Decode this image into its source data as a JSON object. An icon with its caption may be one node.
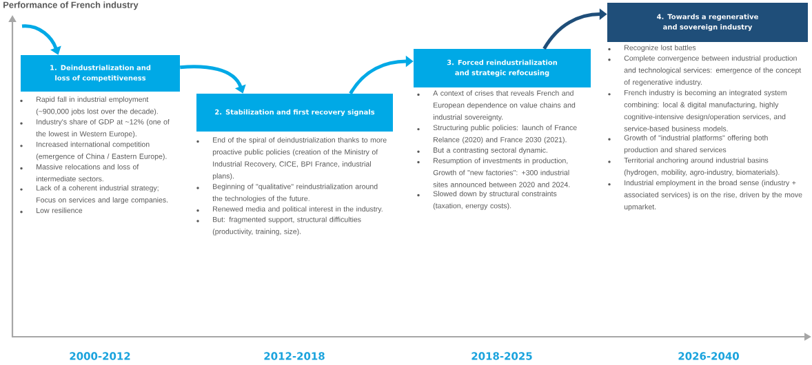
{
  "diagram": {
    "title": "Performance of French industry",
    "nodes": [
      {
        "text": [
          "1. Deindustrialization and loss of competitiveness"
        ],
        "beside": [
          "Rapid fall in industrial employment (~900,000 jobs lost over the decade).",
          "Industry's share of GDP at ~12% (one of the lowest in Western Europe).",
          "Increased international competition (emergence of China / Eastern Europe).",
          "Massive relocations and loss of intermediate sectors.",
          "Lack of a coherent industrial strategy; Focus on services and large companies.",
          "Low resilience"
        ]
      },
      {
        "text": [
          "2. Stabilization and first recovery signals"
        ],
        "beside": [
          "End of the spiral of deindustrialization thanks to more proactive public policies (creation of the Ministry of Industrial Recovery, CICE, BPI France, industrial plans).",
          "Beginning of \"qualitative\" reindustrialization around the technologies of the future.",
          "Renewed media and political interest in the industry.",
          "But: fragmented support, structural difficulties (productivity, training, size)."
        ]
      },
      {
        "text": [
          "3. Forced reindustrialization and strategic refocusing"
        ],
        "beside": [
          "A context of crises that reveals French and European dependence on value chains and industrial sovereignty.",
          "Structuring public policies: launch of France Relance (2020) and France 2030 (2021).",
          "But a contrasting sectoral dynamic.",
          "Resumption of investments in production, Growth of \"new factories\": +300 industrial sites announced between 2020 and 2024.",
          "Slowed down by structural constraints (taxation, energy costs)."
        ]
      },
      {
        "text": [
          "4. Towards a regenerative and sovereign industry"
        ],
        "beside": [
          "Recognize lost battles",
          "Complete convergence between industrial production and technological services: emergence of the concept of regenerative industry.",
          "French industry is becoming an integrated system combining: local & digital manufacturing, highly cognitive-intensive design/operation services, and service-based business models.",
          "Growth of \"industrial platforms\" offering both production and shared services",
          "Territorial anchoring around industrial basins (hydrogen, mobility, agro-industry, biomaterials).",
          "Industrial employment in the broad sense (industry + associated services) is on the rise, driven by the move upmarket."
        ]
      }
    ],
    "edges": [
      {
        "from": null,
        "to": 0,
        "arrow": "to"
      },
      {
        "from": 0,
        "to": 1,
        "arrow": "to"
      },
      {
        "from": 1,
        "to": 2,
        "arrow": "to"
      },
      {
        "from": 2,
        "to": 3,
        "arrow": "to",
        "color": "#1f4e79"
      }
    ],
    "labels": [
      "2000-2012",
      "2012-2018",
      "2018-2025",
      "2026-2040"
    ]
  }
}
